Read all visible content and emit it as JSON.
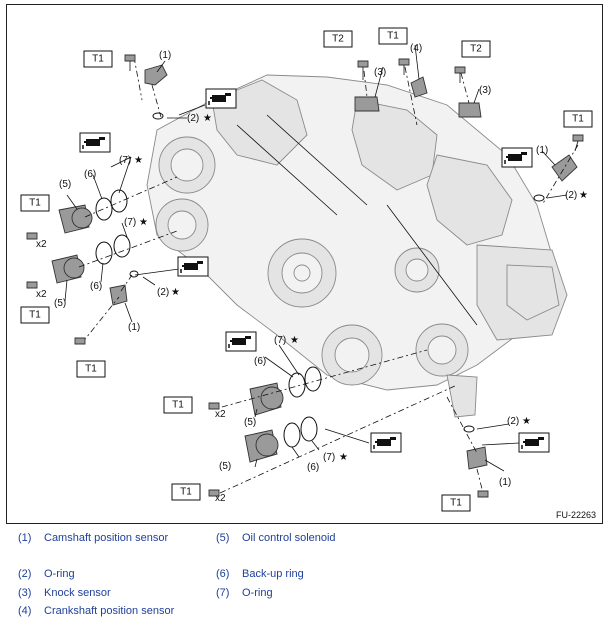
{
  "figure": {
    "code": "FU-22263",
    "callouts": {
      "c1": "(1)",
      "c2": "(2)",
      "c3": "(3)",
      "c4": "(4)",
      "c5": "(5)",
      "c6": "(6)",
      "c7": "(7)",
      "x2": "x2",
      "star": "★"
    },
    "torque": {
      "t1": "T1",
      "t2": "T2"
    }
  },
  "legend": {
    "items": [
      {
        "num": "(1)",
        "text": "Camshaft position sensor"
      },
      {
        "num": "(2)",
        "text": "O-ring"
      },
      {
        "num": "(3)",
        "text": "Knock sensor"
      },
      {
        "num": "(4)",
        "text": "Crankshaft position sensor"
      },
      {
        "num": "(5)",
        "text": "Oil control solenoid"
      },
      {
        "num": "(6)",
        "text": "Back-up ring"
      },
      {
        "num": "(7)",
        "text": "O-ring"
      }
    ]
  },
  "colors": {
    "legend_text": "#1f3f9a",
    "line": "#111111",
    "engine_fill": "#f2f2f2"
  },
  "icons": [
    "oil-can-icon"
  ]
}
